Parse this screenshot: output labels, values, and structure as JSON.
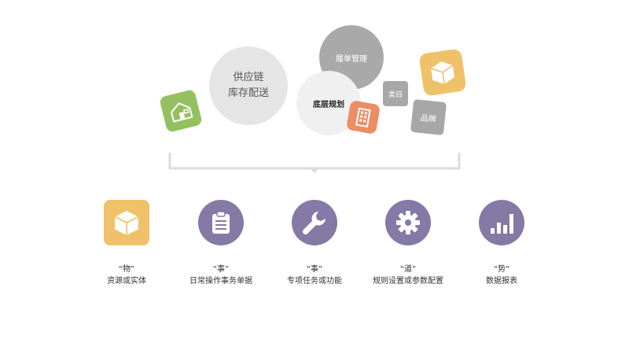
{
  "cluster": {
    "supply_chain_line1": "供应链",
    "supply_chain_line2": "库存配送",
    "fulfillment": "履单管理",
    "base_planning": "底层规划",
    "category": "类目",
    "brand": "品牌"
  },
  "colors": {
    "purple": "#847aa5",
    "yellow": "#efc26a",
    "green": "#94c05f",
    "orange": "#ec8d64",
    "gray": "#a9a9a9"
  },
  "columns": [
    {
      "icon": "box-icon",
      "title": "“物”",
      "subtitle": "资源或实体"
    },
    {
      "icon": "clipboard-icon",
      "title": "“事”",
      "subtitle": "日常操作事务单据"
    },
    {
      "icon": "wrench-icon",
      "title": "“事”",
      "subtitle": "专项任务或功能"
    },
    {
      "icon": "gear-icon",
      "title": "“道”",
      "subtitle": "规则设置或参数配置"
    },
    {
      "icon": "bar-chart-icon",
      "title": "“势”",
      "subtitle": "数据报表"
    }
  ]
}
